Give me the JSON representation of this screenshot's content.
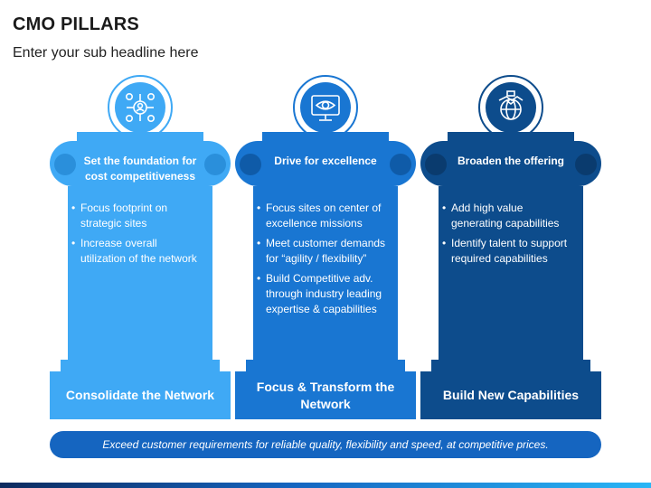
{
  "header": {
    "title": "CMO PILLARS",
    "subtitle": "Enter your sub headline here"
  },
  "pillars": [
    {
      "icon": "network-people-icon",
      "color": "#3fa9f5",
      "accent": "#2a8fdb",
      "heading": "Set the foundation for cost competitiveness",
      "bullets": [
        "Focus footprint on strategic sites",
        "Increase overall utilization of the network"
      ],
      "label": "Consolidate the Network"
    },
    {
      "icon": "monitor-eye-icon",
      "color": "#1976d2",
      "accent": "#0f5ba8",
      "heading": "Drive for excellence",
      "bullets": [
        "Focus sites on center of excellence missions",
        "Meet customer demands for “agility / flexibility”",
        "Build Competitive adv. through industry leading expertise & capabilities"
      ],
      "label": "Focus & Transform the Network"
    },
    {
      "icon": "handshake-globe-icon",
      "color": "#0d4c8c",
      "accent": "#0a3b6e",
      "heading": "Broaden the offering",
      "bullets": [
        "Add high value generating capabilities",
        "Identify talent to support required capabilities"
      ],
      "label": "Build New Capabilities"
    }
  ],
  "banner": {
    "text": "Exceed customer requirements for reliable quality, flexibility and speed, at competitive prices."
  }
}
